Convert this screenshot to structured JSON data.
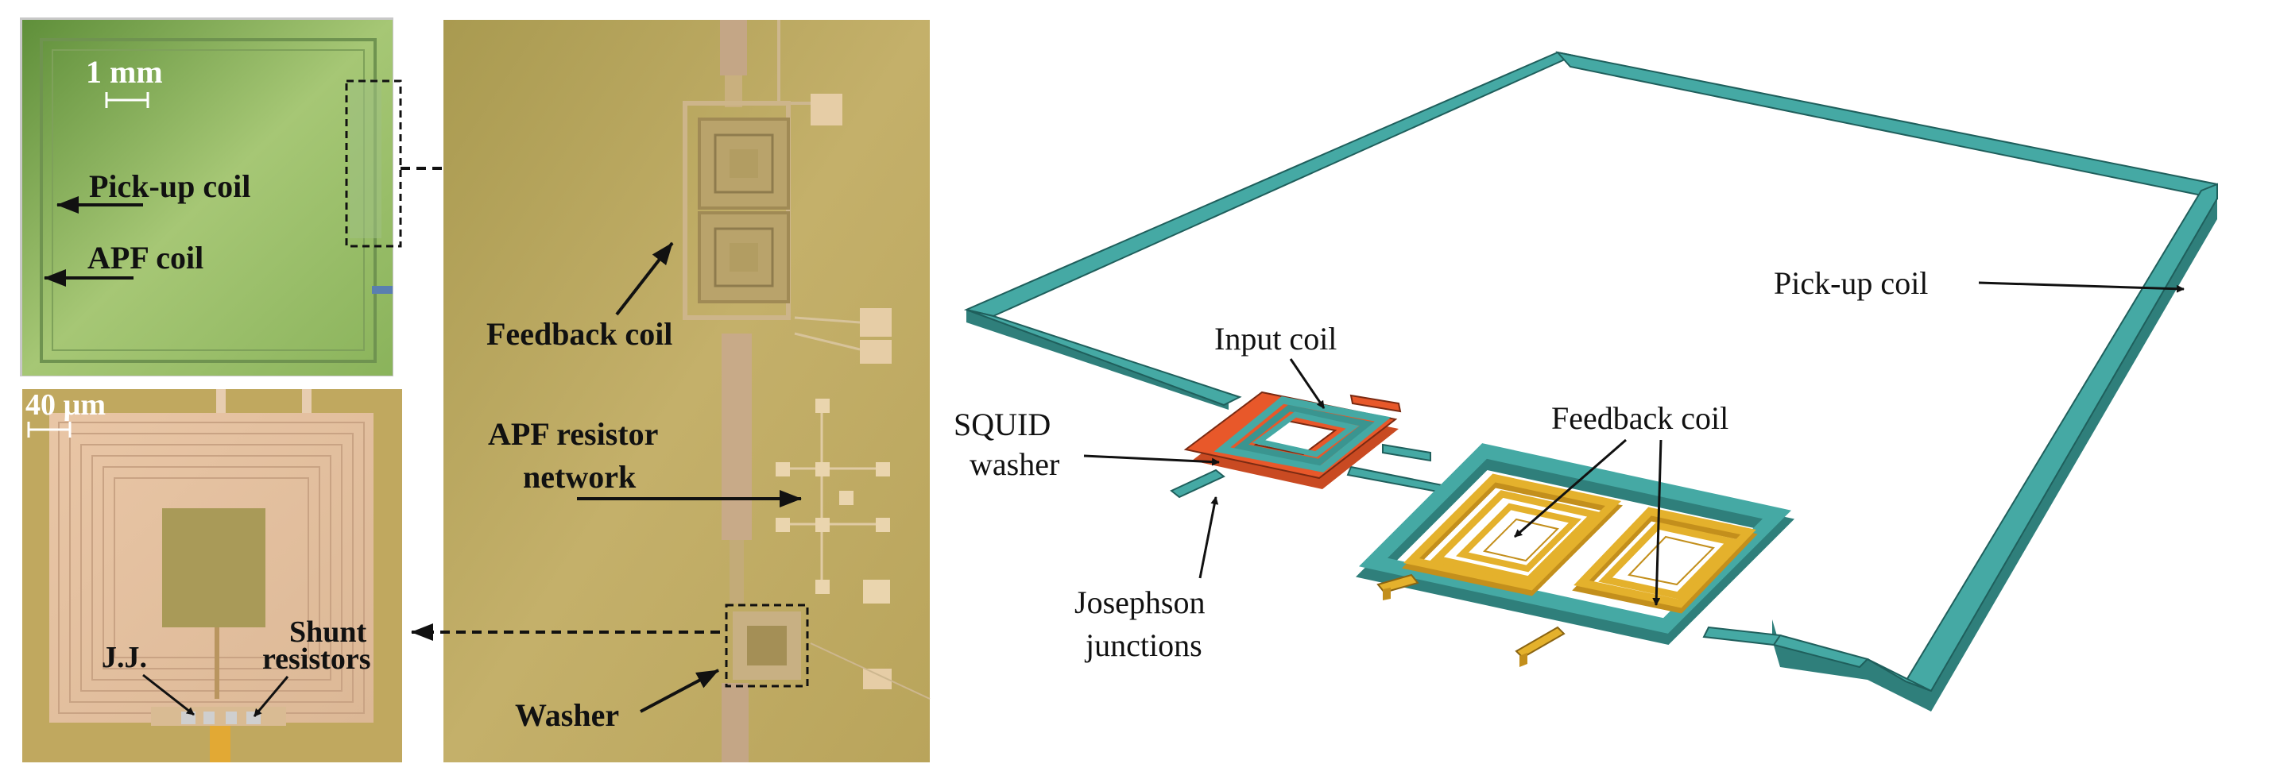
{
  "panel_top_left": {
    "scale_label": "1 mm",
    "pickup_label": "Pick-up coil",
    "apf_label": "APF coil"
  },
  "panel_bottom_left": {
    "scale_label": "40 µm",
    "jj_label": "J.J.",
    "shunt_label_1": "Shunt",
    "shunt_label_2": "resistors"
  },
  "panel_middle": {
    "feedback_label": "Feedback coil",
    "apf_network_label_1": "APF resistor",
    "apf_network_label_2": "network",
    "washer_label": "Washer"
  },
  "panel_right": {
    "input_coil_label": "Input coil",
    "pickup_label": "Pick-up coil",
    "squid_label_1": "SQUID",
    "squid_label_2": "washer",
    "feedback_label": "Feedback coil",
    "jj_label_1": "Josephson",
    "jj_label_2": "junctions"
  },
  "colors": {
    "chip_green": "#8fb55e",
    "chip_olive": "#bfac62",
    "coil_pink": "#e6c5a6",
    "pickup_teal": "#45a9a4",
    "squid_orange": "#e8582a",
    "feedback_gold": "#e4b12c"
  }
}
